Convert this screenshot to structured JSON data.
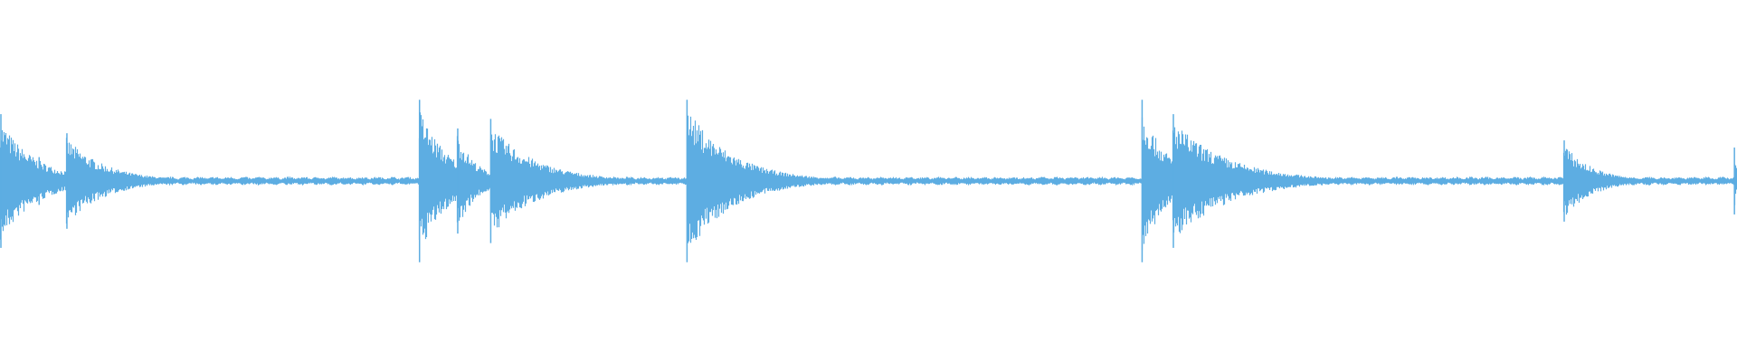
{
  "waveform": {
    "color": "#5dade2",
    "baseline_amplitude": 0.02,
    "onsets": [
      {
        "time": 0.0,
        "peak": 0.28,
        "decay": 0.55
      },
      {
        "time": 0.022,
        "peak": 0.1,
        "decay": 0.25
      },
      {
        "time": 0.038,
        "peak": 0.2,
        "decay": 0.6
      },
      {
        "time": 0.241,
        "peak": 0.34,
        "decay": 0.45
      },
      {
        "time": 0.263,
        "peak": 0.22,
        "decay": 0.3
      },
      {
        "time": 0.282,
        "peak": 0.26,
        "decay": 0.7
      },
      {
        "time": 0.395,
        "peak": 0.34,
        "decay": 0.7
      },
      {
        "time": 0.657,
        "peak": 0.34,
        "decay": 0.4
      },
      {
        "time": 0.675,
        "peak": 0.28,
        "decay": 0.85
      },
      {
        "time": 0.9,
        "peak": 0.17,
        "decay": 0.45
      },
      {
        "time": 0.998,
        "peak": 0.14,
        "decay": 0.05
      }
    ]
  }
}
